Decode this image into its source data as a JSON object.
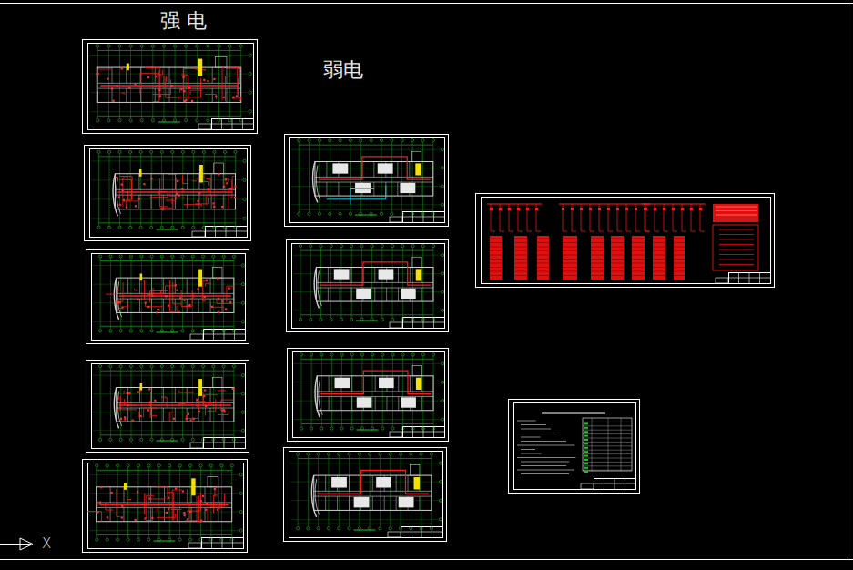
{
  "diagram": {
    "labels": [
      "强 电",
      "弱电",
      "X"
    ]
  }
}
